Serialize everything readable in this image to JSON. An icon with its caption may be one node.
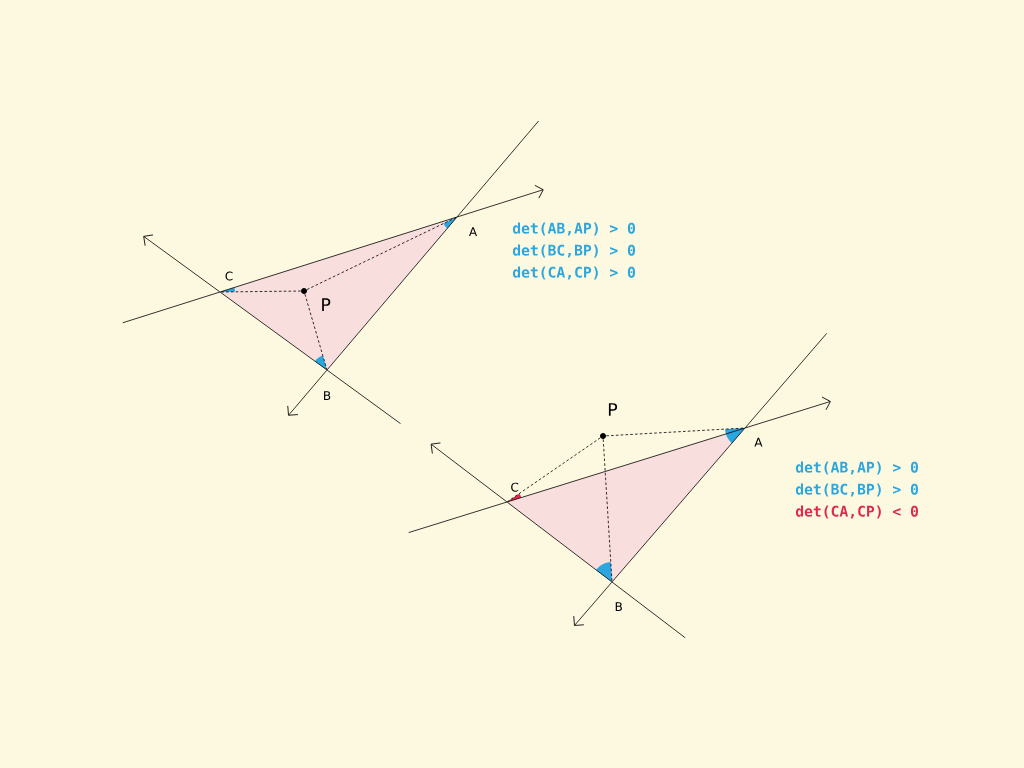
{
  "diagram": {
    "nodes": [
      {
        "text": [],
        "shape": "point",
        "beside": [
          "A"
        ]
      },
      {
        "text": [],
        "shape": "point",
        "beside": [
          "B"
        ]
      },
      {
        "text": [],
        "shape": "point",
        "beside": [
          "C"
        ]
      },
      {
        "text": [],
        "shape": "dot",
        "beside": [
          "P"
        ]
      },
      {
        "text": [],
        "shape": "point",
        "beside": [
          "A"
        ]
      },
      {
        "text": [],
        "shape": "point",
        "beside": [
          "B"
        ]
      },
      {
        "text": [],
        "shape": "point",
        "beside": [
          "C"
        ]
      },
      {
        "text": [],
        "shape": "dot",
        "beside": [
          "P"
        ]
      }
    ],
    "edges": [
      {
        "from": 0,
        "to": 1,
        "arrow": "none"
      },
      {
        "from": 1,
        "to": 2,
        "arrow": "none"
      },
      {
        "from": 2,
        "to": 0,
        "arrow": "none"
      },
      {
        "from": 1,
        "to": null,
        "arrow": "to"
      },
      {
        "from": 2,
        "to": null,
        "arrow": "to"
      },
      {
        "from": 0,
        "to": null,
        "arrow": "to"
      },
      {
        "from": 3,
        "to": 0,
        "arrow": "none",
        "style": "dashed"
      },
      {
        "from": 3,
        "to": 1,
        "arrow": "none",
        "style": "dashed"
      },
      {
        "from": 3,
        "to": 2,
        "arrow": "none",
        "style": "dashed"
      },
      {
        "from": 4,
        "to": 5,
        "arrow": "none"
      },
      {
        "from": 5,
        "to": 6,
        "arrow": "none"
      },
      {
        "from": 6,
        "to": 4,
        "arrow": "none"
      },
      {
        "from": 5,
        "to": null,
        "arrow": "to"
      },
      {
        "from": 6,
        "to": null,
        "arrow": "to"
      },
      {
        "from": 4,
        "to": null,
        "arrow": "to"
      },
      {
        "from": 7,
        "to": 4,
        "arrow": "none",
        "style": "dashed"
      },
      {
        "from": 7,
        "to": 5,
        "arrow": "none",
        "style": "dashed"
      },
      {
        "from": 7,
        "to": 6,
        "arrow": "none",
        "style": "dashed"
      }
    ],
    "labels": [
      "det(AB,AP) > 0",
      "det(BC,BP) > 0",
      "det(CA,CP) > 0",
      "det(AB,AP) > 0",
      "det(BC,BP) > 0",
      "det(CA,CP) < 0"
    ]
  }
}
